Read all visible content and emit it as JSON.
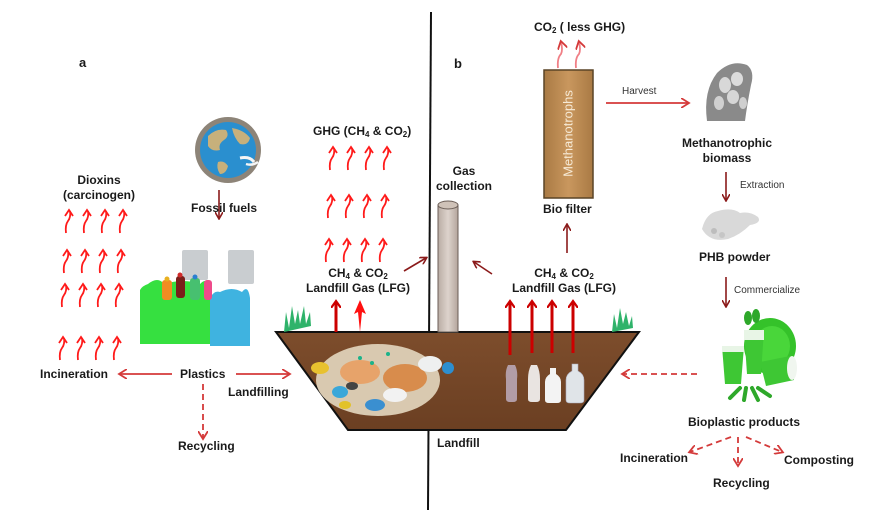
{
  "panels": {
    "a": "a",
    "b": "b"
  },
  "labels": {
    "dioxins_line1": "Dioxins",
    "dioxins_line2": "(carcinogen)",
    "fossil_fuels": "Fossil fuels",
    "globe_caption": "FOSSIL FUELS",
    "incineration_left": "Incineration",
    "plastics": "Plastics",
    "landfilling": "Landfilling",
    "recycling_left": "Recycling",
    "ghg_prefix": "GHG (CH",
    "ghg_sub1": "4",
    "ghg_mid": " & CO",
    "ghg_sub2": "2",
    "ghg_suffix": ")",
    "lfg_left_ch": "CH",
    "lfg_left_sub1": "4",
    "lfg_left_mid": " & CO",
    "lfg_left_sub2": "2",
    "lfg_left_line2": "Landfill Gas (LFG)",
    "gas_collection_line1": "Gas",
    "gas_collection_line2": "collection",
    "lfg_right_ch": "CH",
    "lfg_right_sub1": "4",
    "lfg_right_mid": " & CO",
    "lfg_right_sub2": "2",
    "lfg_right_line2": "Landfill Gas (LFG)",
    "landfill": "Landfill",
    "co2_prefix": "CO",
    "co2_sub": "2",
    "co2_suffix": " ( less GHG)",
    "methanotrophs": "Methanotrophs",
    "bio_filter": "Bio filter",
    "harvest": "Harvest",
    "biomass_line1": "Methanotrophic",
    "biomass_line2": "biomass",
    "extraction": "Extraction",
    "phb_powder": "PHB powder",
    "commercialize": "Commercialize",
    "bioplastic_products": "Bioplastic products",
    "incineration_right": "Incineration",
    "recycling_right": "Recycling",
    "composting": "Composting"
  },
  "colors": {
    "arrow_dark": "#8b1a1a",
    "arrow_red": "#ff1a1a",
    "arrow_pink": "#f07070",
    "dashed_red": "#d43a3a",
    "soil": "#7a4a2a",
    "biofilter": "#b8864e",
    "grass": "#2fb36a"
  }
}
